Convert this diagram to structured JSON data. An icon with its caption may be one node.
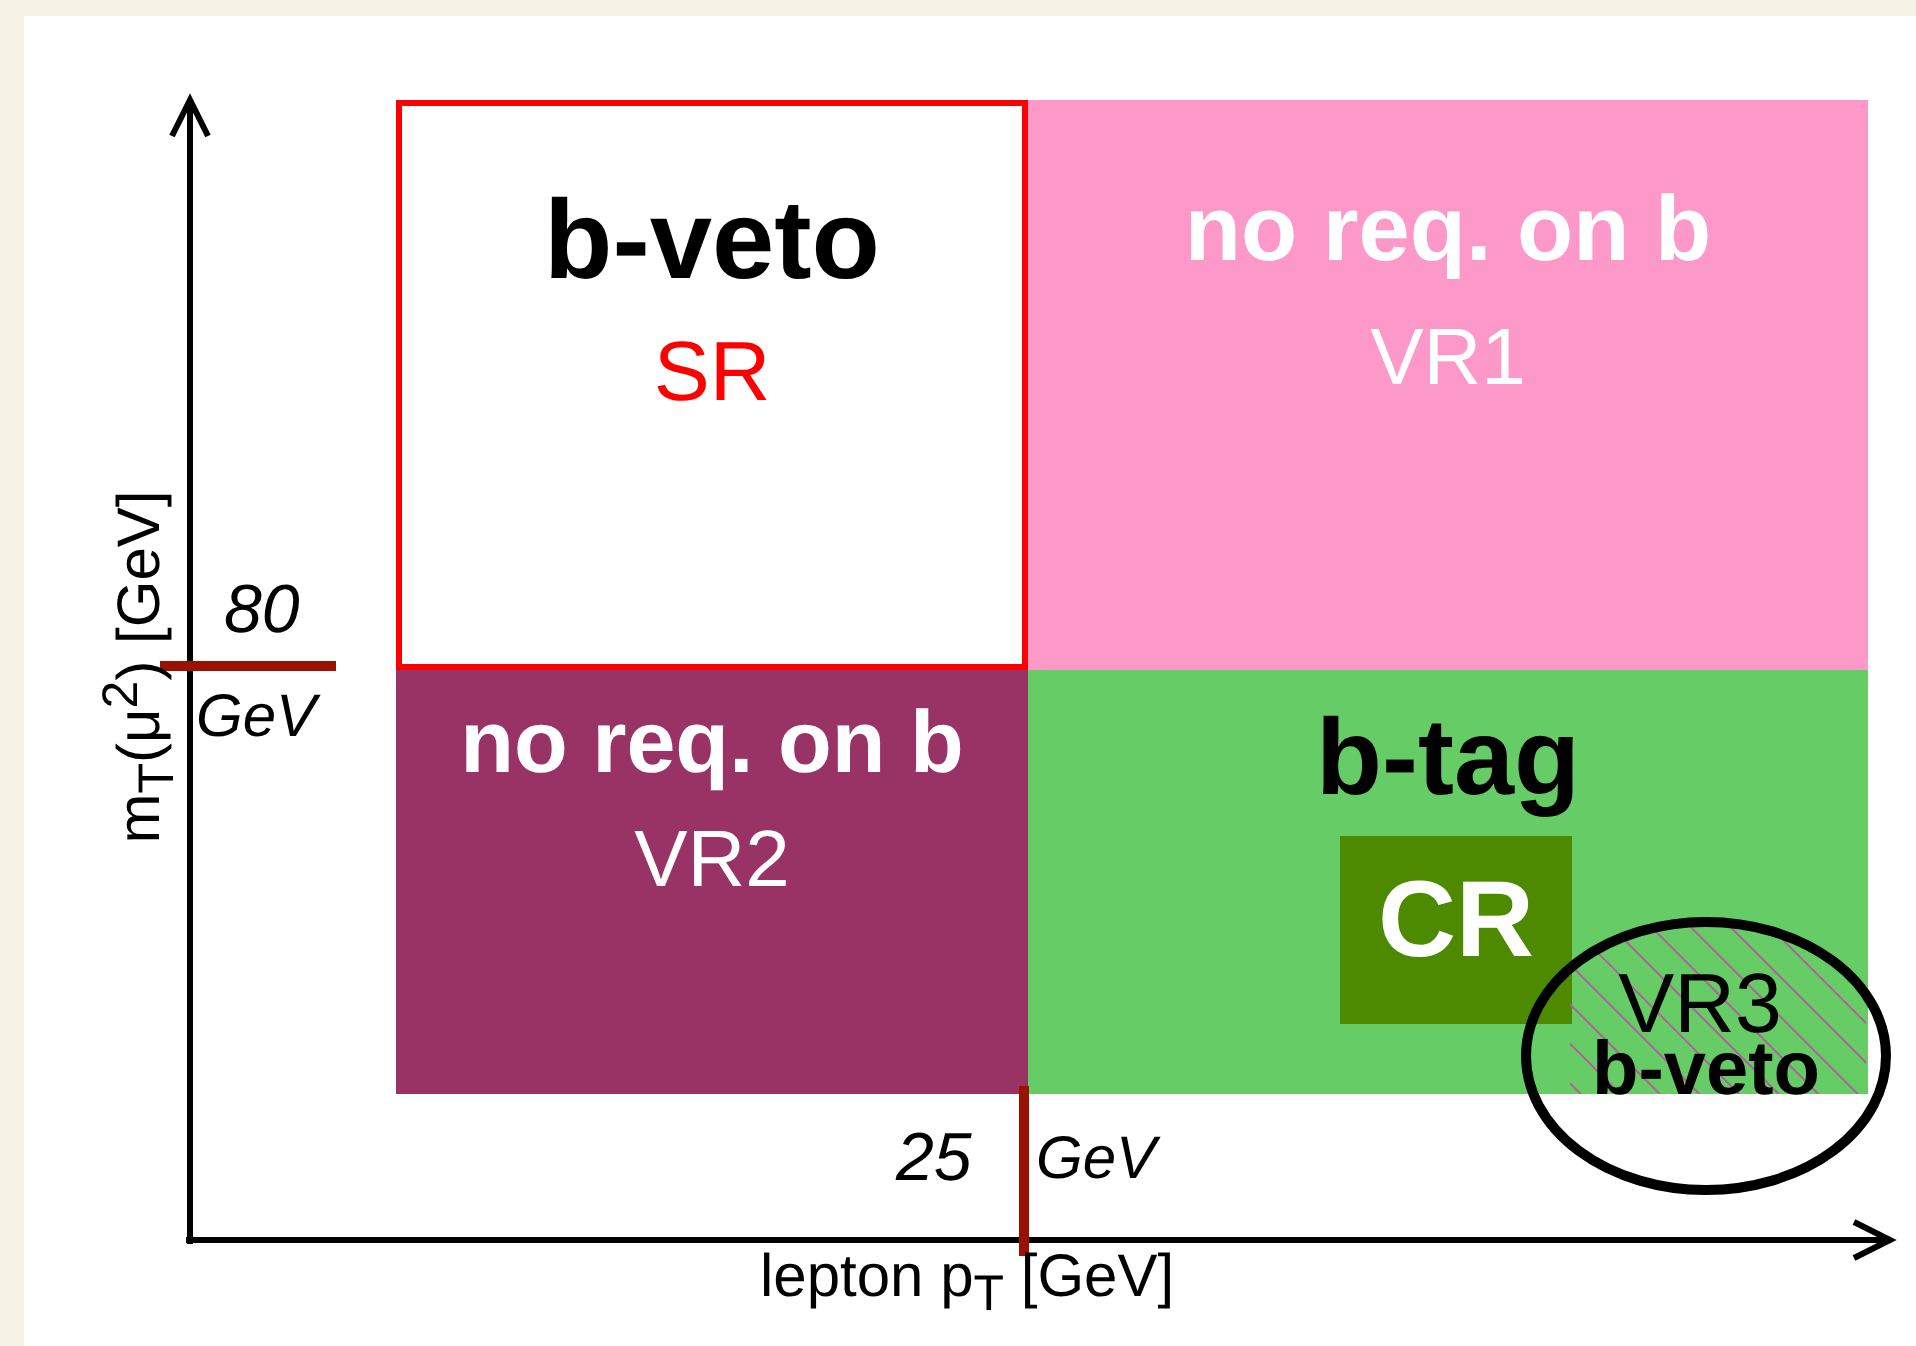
{
  "diagram": {
    "nodes": [
      {
        "text": [
          "b-veto",
          "SR"
        ]
      },
      {
        "text": [
          "no req. on b",
          "VR1"
        ]
      },
      {
        "text": [
          "no req. on b",
          "VR2"
        ]
      },
      {
        "text": [
          "b-tag"
        ]
      },
      {
        "text": [
          "CR"
        ],
        "in": 3
      },
      {
        "text": [
          "VR3",
          "b-veto"
        ]
      }
    ],
    "labels": [
      "m$_{T}$(μ$^{2}$) [GeV]",
      "80",
      "GeV",
      "25",
      "GeV",
      "lepton p$_{T}$ [GeV]"
    ]
  }
}
